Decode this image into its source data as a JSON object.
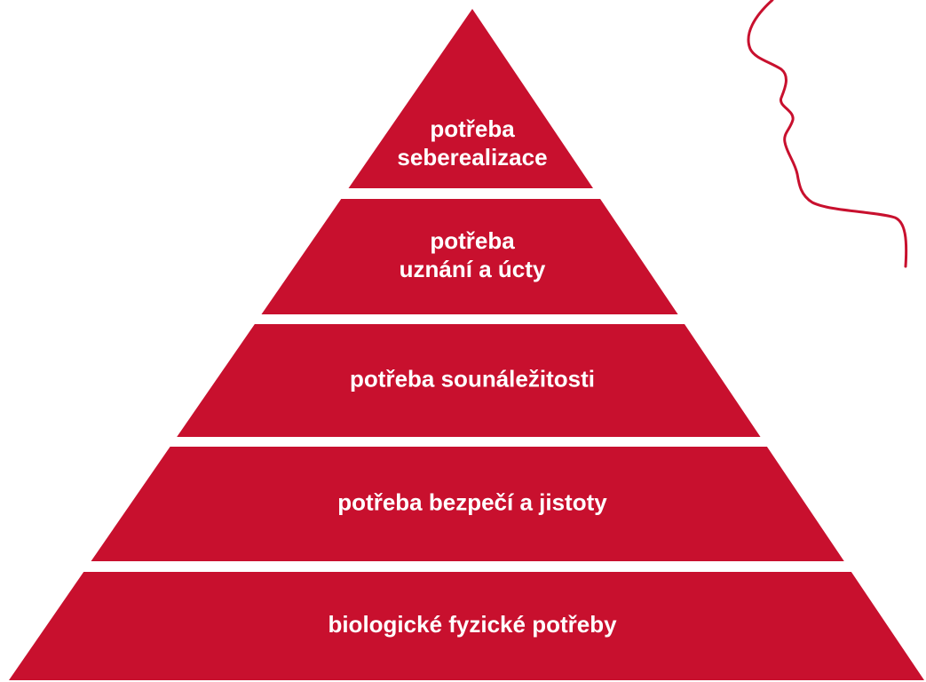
{
  "colors": {
    "tier_fill": "#c8102e",
    "label_text": "#ffffff",
    "profile_stroke": "#c8102e",
    "background": "#ffffff"
  },
  "pyramid": {
    "tiers": [
      {
        "lines": [
          "potřeba",
          "seberealizace"
        ]
      },
      {
        "lines": [
          "potřeba",
          "uznání a úcty"
        ]
      },
      {
        "lines": [
          "potřeba sounáležitosti"
        ]
      },
      {
        "lines": [
          "potřeba bezpečí a jistoty"
        ]
      },
      {
        "lines": [
          "biologické fyzické potřeby"
        ]
      }
    ]
  },
  "decoration": {
    "icon": "head-profile-icon"
  }
}
